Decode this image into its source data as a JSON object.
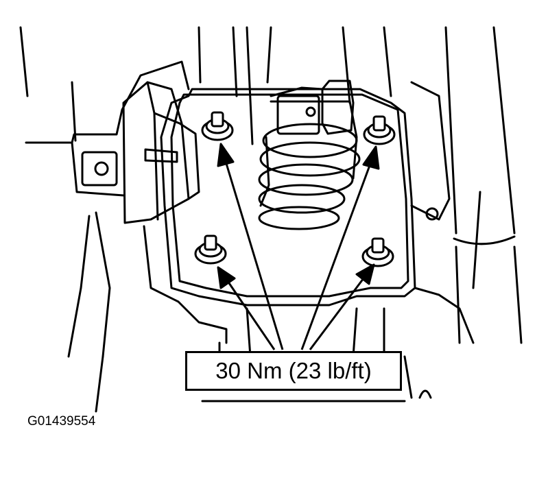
{
  "diagram": {
    "callout_label": "30 Nm (23 lb/ft)",
    "figure_id": "G01439554",
    "fasteners": [
      "nut-upper-left",
      "nut-upper-right",
      "nut-lower-left",
      "nut-lower-right"
    ],
    "line_color": "#000000",
    "background_color": "#ffffff"
  }
}
